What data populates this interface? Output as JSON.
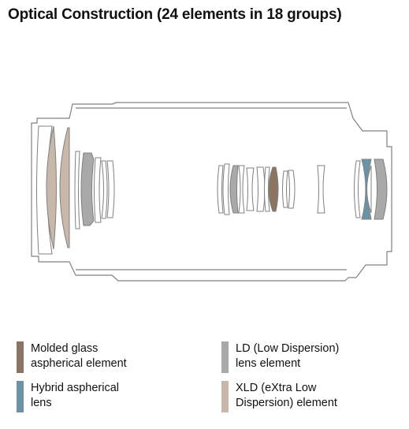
{
  "title": "Optical Construction (24 elements in 18 groups)",
  "legend": [
    {
      "line1": "Molded glass",
      "line2": "aspherical element",
      "color": "#8c7463"
    },
    {
      "line1": "LD (Low Dispersion)",
      "line2": "lens element",
      "color": "#a9a9a9"
    },
    {
      "line1": "Hybrid aspherical",
      "line2": "lens",
      "color": "#6b93a6"
    },
    {
      "line1": "XLD (eXtra Low",
      "line2": "Dispersion) element",
      "color": "#c8b8a9"
    }
  ],
  "colors": {
    "outline": "#808080",
    "plain": "#ffffff"
  }
}
